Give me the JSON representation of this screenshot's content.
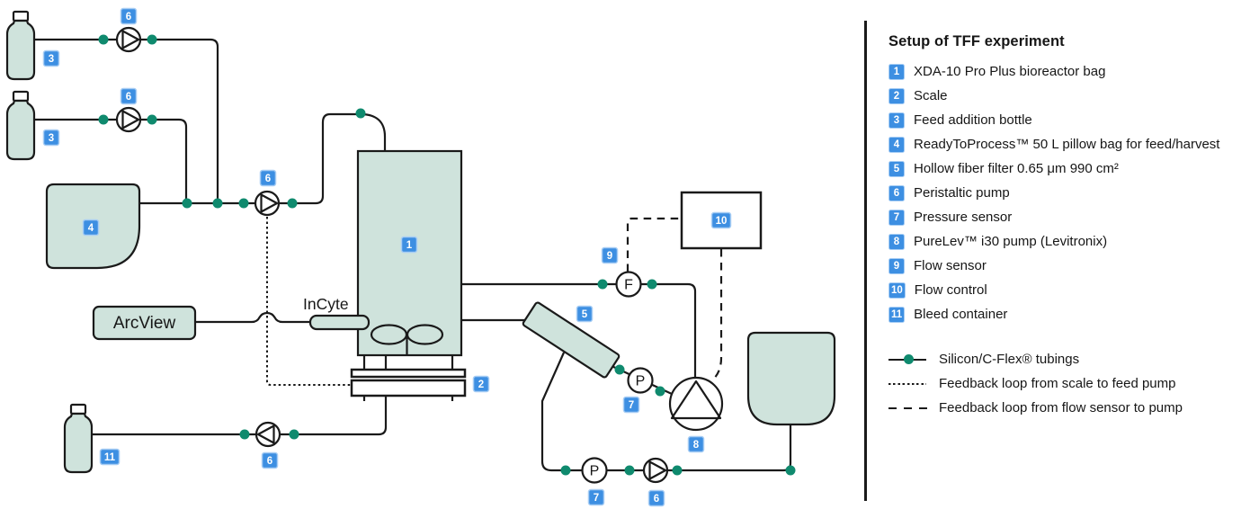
{
  "diagram": {
    "device_labels": {
      "arcview": "ArcView",
      "incyte": "InCyte"
    },
    "sensor_letters": {
      "flow": "F",
      "pressure": "P"
    },
    "badge_numbers": {
      "n1": "1",
      "n2": "2",
      "n3": "3",
      "n4": "4",
      "n5": "5",
      "n6": "6",
      "n7": "7",
      "n8": "8",
      "n9": "9",
      "n10": "10",
      "n11": "11"
    },
    "colors": {
      "vessel_fill": "#cfe3dc",
      "line": "#1a1a1a",
      "tubing_dot": "#0f8a6e",
      "badge_blue": "#3d8fe2",
      "badge_border": "#a7cdf4"
    }
  },
  "legend": {
    "title": "Setup of TFF experiment",
    "items": [
      {
        "num": "1",
        "text": "XDA-10 Pro Plus bioreactor bag"
      },
      {
        "num": "2",
        "text": "Scale"
      },
      {
        "num": "3",
        "text": "Feed addition bottle"
      },
      {
        "num": "4",
        "text": "ReadyToProcess™ 50 L pillow bag for feed/harvest"
      },
      {
        "num": "5",
        "text": "Hollow fiber filter 0.65 μm 990 cm²"
      },
      {
        "num": "6",
        "text": "Peristaltic pump"
      },
      {
        "num": "7",
        "text": "Pressure sensor"
      },
      {
        "num": "8",
        "text": "PureLev™ i30 pump (Levitronix)"
      },
      {
        "num": "9",
        "text": "Flow sensor"
      },
      {
        "num": "10",
        "text": "Flow control"
      },
      {
        "num": "11",
        "text": "Bleed container"
      }
    ],
    "line_keys": [
      {
        "style": "tubing",
        "text": "Silicon/C-Flex® tubings"
      },
      {
        "style": "dotted",
        "text": "Feedback loop from scale to feed pump"
      },
      {
        "style": "dashed",
        "text": "Feedback loop from flow sensor to pump"
      }
    ]
  }
}
